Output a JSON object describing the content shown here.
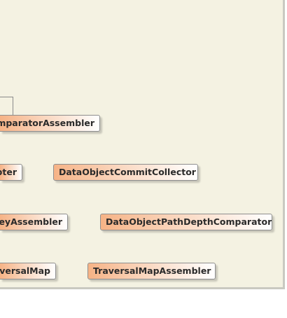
{
  "diagram": {
    "nodes": [
      {
        "label": "mparatorAssembler"
      },
      {
        "label": "pter"
      },
      {
        "label": "DataObjectCommitCollector"
      },
      {
        "label": "eyAssembler"
      },
      {
        "label": "DataObjectPathDepthComparator"
      },
      {
        "label": "versalMap"
      },
      {
        "label": "TraversalMapAssembler"
      }
    ]
  }
}
